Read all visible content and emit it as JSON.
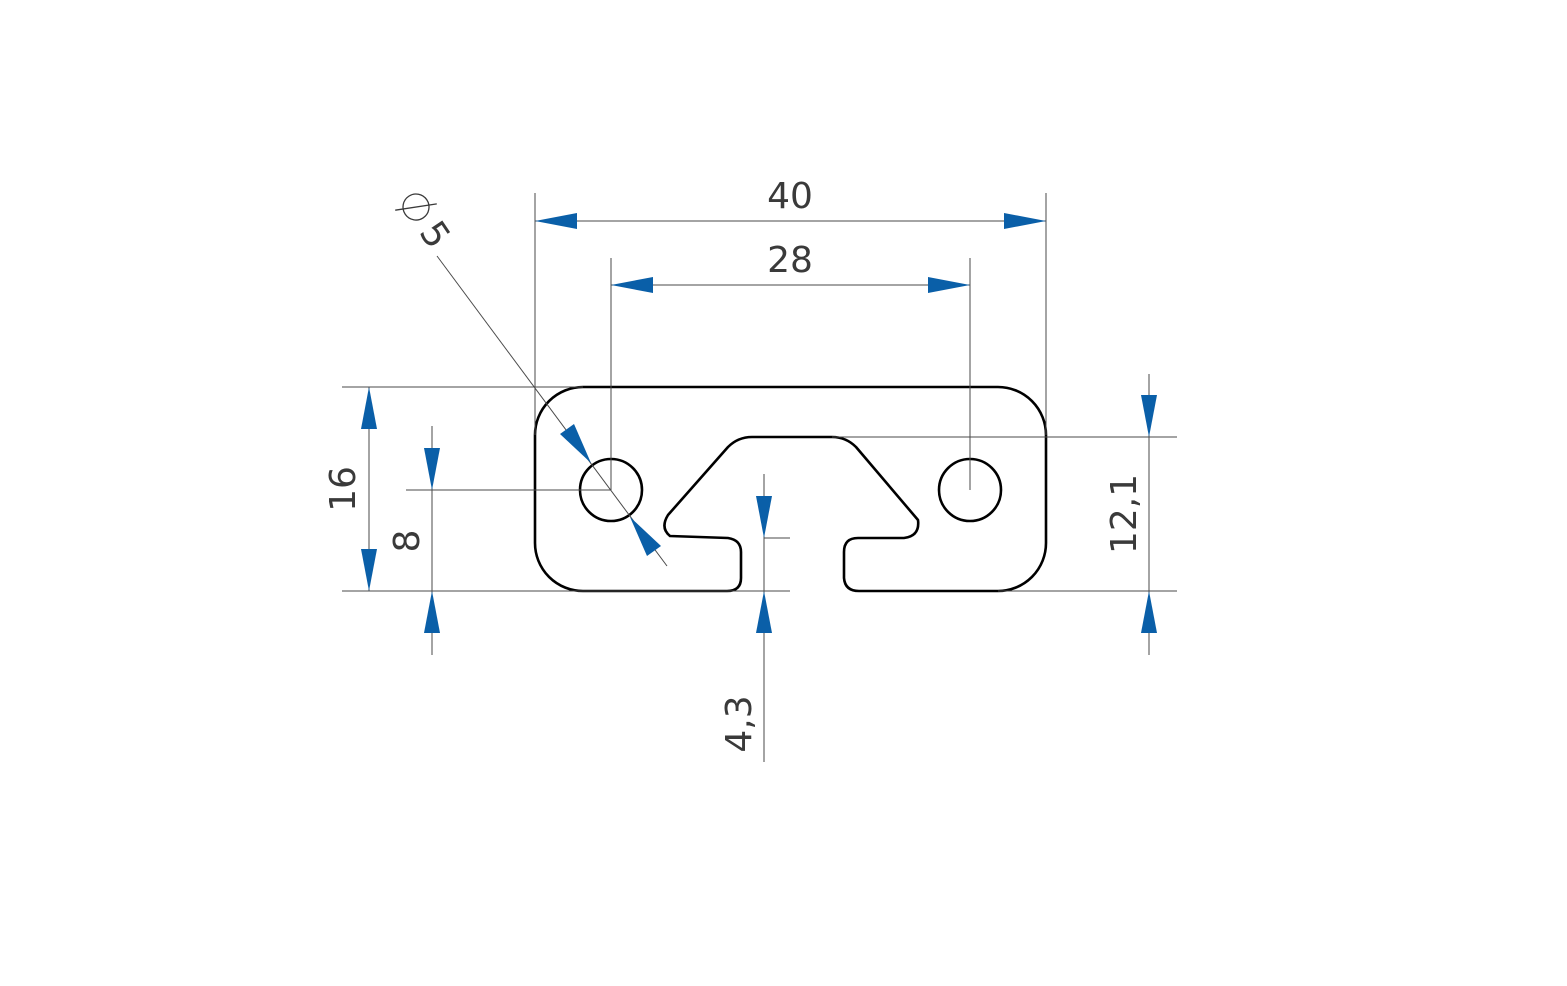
{
  "drawing": {
    "type": "aluminium profile cross-section",
    "dimensions": {
      "overall_width": "40",
      "hole_spacing": "28",
      "overall_height": "16",
      "hole_center_height": "8",
      "slot_depth": "12,1",
      "slot_opening": "4,3",
      "hole_diameter": "5"
    }
  },
  "colors": {
    "arrow": "#0a5fa8",
    "outline": "#000000",
    "dimension_line": "#4a4a4a"
  }
}
